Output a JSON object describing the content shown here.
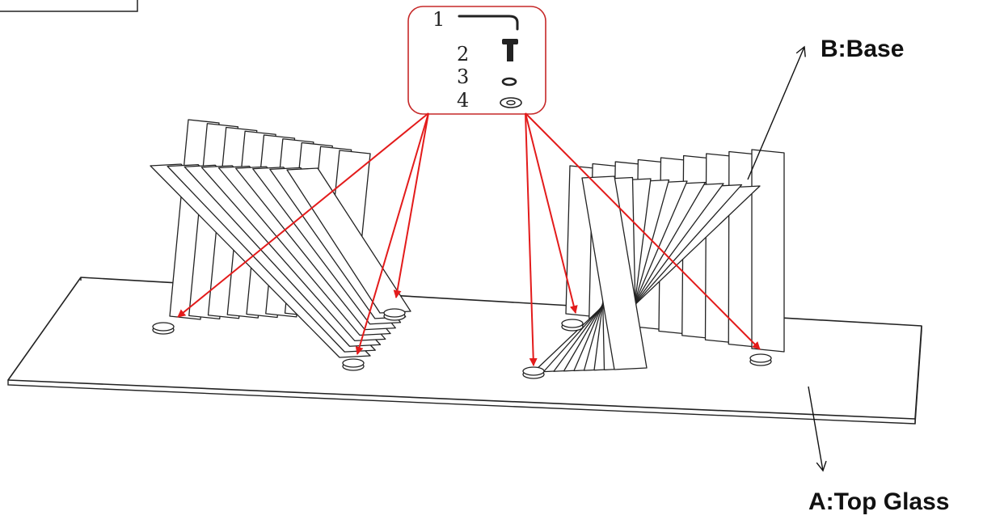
{
  "hardware": {
    "items": [
      {
        "number": "1",
        "icon": "allen-key-icon"
      },
      {
        "number": "2",
        "icon": "bolt-icon"
      },
      {
        "number": "3",
        "icon": "spring-washer-icon"
      },
      {
        "number": "4",
        "icon": "flat-washer-icon"
      }
    ]
  },
  "labels": {
    "base": "B:Base",
    "top_glass": "A:Top Glass"
  },
  "colors": {
    "callout": "#e31b1b",
    "line": "#222222"
  }
}
